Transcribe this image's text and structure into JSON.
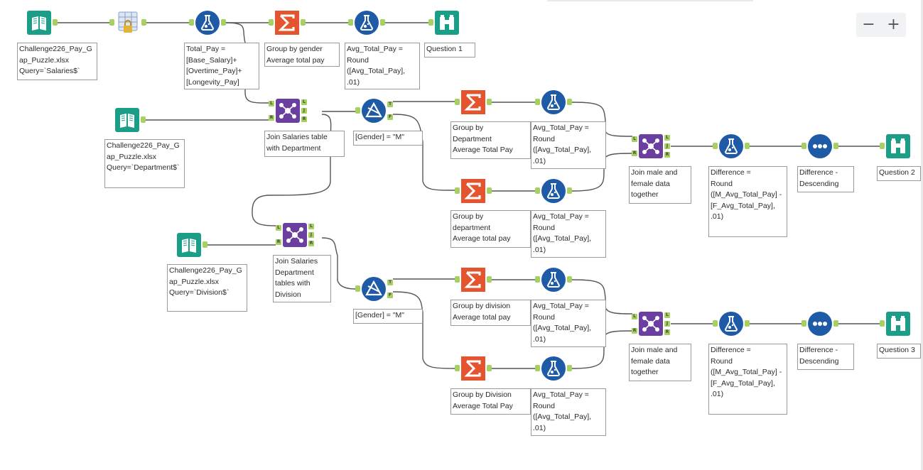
{
  "canvas": {
    "zoom_out_label": "−",
    "zoom_in_label": "+"
  },
  "colors": {
    "input": "#1a9e88",
    "formula": "#1f5aa6",
    "summarize": "#e3542f",
    "join": "#6b3fa0",
    "filter": "#1f5aa6",
    "sort": "#1f5aa6",
    "browse": "#1a9e88",
    "anchor": "#a6d162",
    "wire": "#555555"
  },
  "tools": [
    {
      "id": "in1",
      "type": "input",
      "icon": "book-open-icon"
    },
    {
      "id": "enc",
      "type": "encrypt",
      "icon": "lock-table-icon"
    },
    {
      "id": "f1",
      "type": "formula",
      "icon": "flask-icon"
    },
    {
      "id": "s1",
      "type": "summarize",
      "icon": "sigma-icon"
    },
    {
      "id": "f2",
      "type": "formula",
      "icon": "flask-icon"
    },
    {
      "id": "b1",
      "type": "browse",
      "icon": "binoculars-icon"
    },
    {
      "id": "in2",
      "type": "input",
      "icon": "book-open-icon"
    },
    {
      "id": "j1",
      "type": "join",
      "icon": "join-icon"
    },
    {
      "id": "fl1",
      "type": "filter",
      "icon": "filter-triangle-icon"
    },
    {
      "id": "s2",
      "type": "summarize",
      "icon": "sigma-icon"
    },
    {
      "id": "f3",
      "type": "formula",
      "icon": "flask-icon"
    },
    {
      "id": "s3",
      "type": "summarize",
      "icon": "sigma-icon"
    },
    {
      "id": "f4",
      "type": "formula",
      "icon": "flask-icon"
    },
    {
      "id": "j2",
      "type": "join",
      "icon": "join-icon"
    },
    {
      "id": "f5",
      "type": "formula",
      "icon": "flask-icon"
    },
    {
      "id": "so1",
      "type": "sort",
      "icon": "sort-dots-icon"
    },
    {
      "id": "b2",
      "type": "browse",
      "icon": "binoculars-icon"
    },
    {
      "id": "in3",
      "type": "input",
      "icon": "book-open-icon"
    },
    {
      "id": "j3",
      "type": "join",
      "icon": "join-icon"
    },
    {
      "id": "fl2",
      "type": "filter",
      "icon": "filter-triangle-icon"
    },
    {
      "id": "s4",
      "type": "summarize",
      "icon": "sigma-icon"
    },
    {
      "id": "f6",
      "type": "formula",
      "icon": "flask-icon"
    },
    {
      "id": "s5",
      "type": "summarize",
      "icon": "sigma-icon"
    },
    {
      "id": "f7",
      "type": "formula",
      "icon": "flask-icon"
    },
    {
      "id": "j4",
      "type": "join",
      "icon": "join-icon"
    },
    {
      "id": "f8",
      "type": "formula",
      "icon": "flask-icon"
    },
    {
      "id": "so2",
      "type": "sort",
      "icon": "sort-dots-icon"
    },
    {
      "id": "b3",
      "type": "browse",
      "icon": "binoculars-icon"
    }
  ],
  "notes": {
    "in1": "Challenge226_Pay_Gap_Puzzle.xlsx\nQuery=`Salaries$`",
    "f1": "Total_Pay =\n[Base_Salary]+\n[Overtime_Pay]+\n[Longevity_Pay]",
    "s1": "Group by gender\nAverage total pay",
    "f2": "Avg_Total_Pay =\nRound\n([Avg_Total_Pay],\n.01)",
    "b1": "Question 1",
    "in2": "Challenge226_Pay_Gap_Puzzle.xlsx\nQuery=`Department$`",
    "j1": "Join Salaries table\nwith Department",
    "fl1": "[Gender] = \"M\"",
    "s2": "Group by\nDepartment\nAverage Total Pay",
    "f3": "Avg_Total_Pay =\nRound\n([Avg_Total_Pay],\n.01)",
    "s3": "Group by\ndepartment\nAverage total pay",
    "f4": "Avg_Total_Pay =\nRound\n([Avg_Total_Pay],\n.01)",
    "j2": "Join male and\nfemale data\ntogether",
    "f5": "Difference =\nRound\n([M_Avg_Total_Pay] -\n[F_Avg_Total_Pay],\n.01)",
    "so1": "Difference -\nDescending",
    "b2": "Question 2",
    "in3": "Challenge226_Pay_Gap_Puzzle.xlsx\nQuery=`Division$`",
    "j3": "Join Salaries\nDepartment\ntables with\nDivision",
    "fl2": "[Gender] = \"M\"",
    "s4": "Group by division\nAverage total pay",
    "f6": "Avg_Total_Pay =\nRound\n([Avg_Total_Pay],\n.01)",
    "s5": "Group by Division\nAverage Total Pay",
    "f7": "Avg_Total_Pay =\nRound\n([Avg_Total_Pay],\n.01)",
    "j4": "Join male and\nfemale data\ntogether",
    "f8": "Difference =\nRound\n([M_Avg_Total_Pay] -\n[F_Avg_Total_Pay],\n.01)",
    "so2": "Difference -\nDescending",
    "b3": "Question 3"
  },
  "anchor_labels": {
    "left": "L",
    "right": "R",
    "join": "J",
    "true": "T",
    "false": "F"
  }
}
